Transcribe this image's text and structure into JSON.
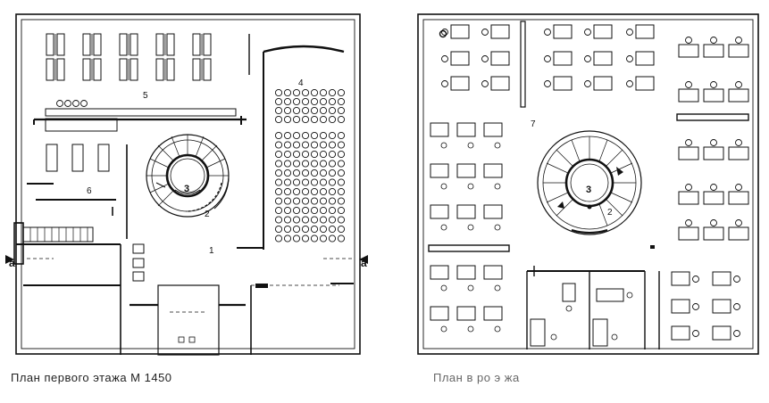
{
  "plan_first_floor": {
    "caption": "План первого этажа М 1450",
    "room_labels": {
      "hall": "1",
      "stair": "2",
      "core": "3",
      "auditorium": "4",
      "reading_room": "5",
      "office": "6"
    },
    "section_marks": {
      "left": "а",
      "right": "а"
    }
  },
  "plan_second_floor": {
    "caption": "План в  ро    э жа",
    "room_labels": {
      "workspace": "7",
      "core": "3",
      "stair": "2"
    }
  },
  "colors": {
    "line": "#111111",
    "paper": "#ffffff"
  }
}
